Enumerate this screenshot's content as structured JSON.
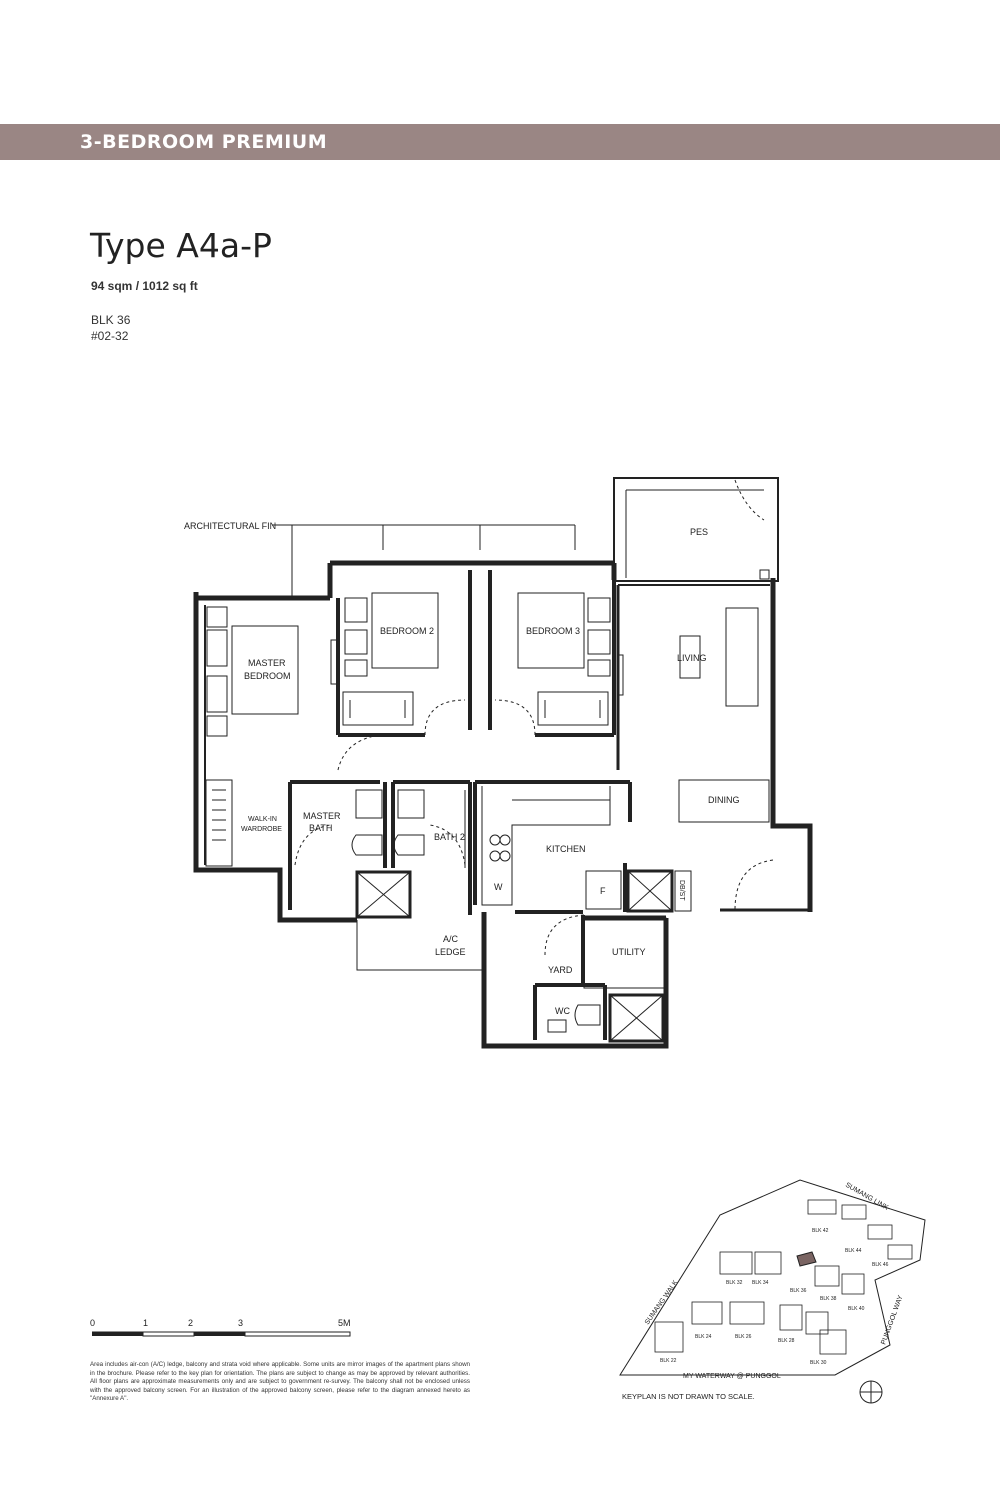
{
  "header": {
    "banner_title": "3-BEDROOM PREMIUM",
    "banner_color": "#9a8684"
  },
  "unit": {
    "type": "Type A4a-P",
    "area": "94 sqm / 1012 sq ft",
    "block": "BLK 36",
    "unit_number": "#02-32"
  },
  "floorplan": {
    "labels": {
      "architectural_fin": "ARCHITECTURAL FIN",
      "pes": "PES",
      "bedroom2": "BEDROOM 2",
      "bedroom3": "BEDROOM 3",
      "master_bedroom_1": "MASTER",
      "master_bedroom_2": "BEDROOM",
      "living": "LIVING",
      "dining": "DINING",
      "walkin_1": "WALK-IN",
      "walkin_2": "WARDROBE",
      "master_bath_1": "MASTER",
      "master_bath_2": "BATH",
      "bath2": "BATH 2",
      "kitchen": "KITCHEN",
      "w": "W",
      "f": "F",
      "dbst": "DB/ST",
      "ac_ledge_1": "A/C",
      "ac_ledge_2": "LEDGE",
      "utility": "UTILITY",
      "yard": "YARD",
      "wc": "WC"
    }
  },
  "scale": {
    "ticks": [
      "0",
      "1",
      "2",
      "3",
      "5M"
    ]
  },
  "disclaimer": "Area includes air-con (A/C) ledge, balcony and strata void where applicable. Some units are mirror images of the apartment plans shown in the brochure. Please refer to the key plan for orientation. The plans are subject to change as may be approved by relevant authorities. All floor plans are approximate measurements only and are subject to government re-survey. The balcony shall not be enclosed unless with the approved balcony screen. For an illustration of the approved balcony screen, please refer to the diagram annexed hereto as \"Annexure A\".",
  "keyplan": {
    "roads": {
      "sumang_link": "SUMANG LINK",
      "sumang_walk": "SUMANG WALK",
      "punggol_way": "PUNGGOL WAY",
      "waterway": "MY WATERWAY @ PUNGGOL"
    },
    "blocks": {
      "blk42": "BLK 42",
      "blk44": "BLK 44",
      "blk46": "BLK 46",
      "blk32": "BLK 32",
      "blk34": "BLK 34",
      "blk36": "BLK 36",
      "blk38": "BLK 38",
      "blk40": "BLK 40",
      "blk24": "BLK 24",
      "blk26": "BLK 26",
      "blk28": "BLK 28",
      "blk22": "BLK 22",
      "blk30": "BLK 30"
    },
    "note": "KEYPLAN IS NOT DRAWN TO SCALE.",
    "highlight_color": "#7a6462"
  }
}
